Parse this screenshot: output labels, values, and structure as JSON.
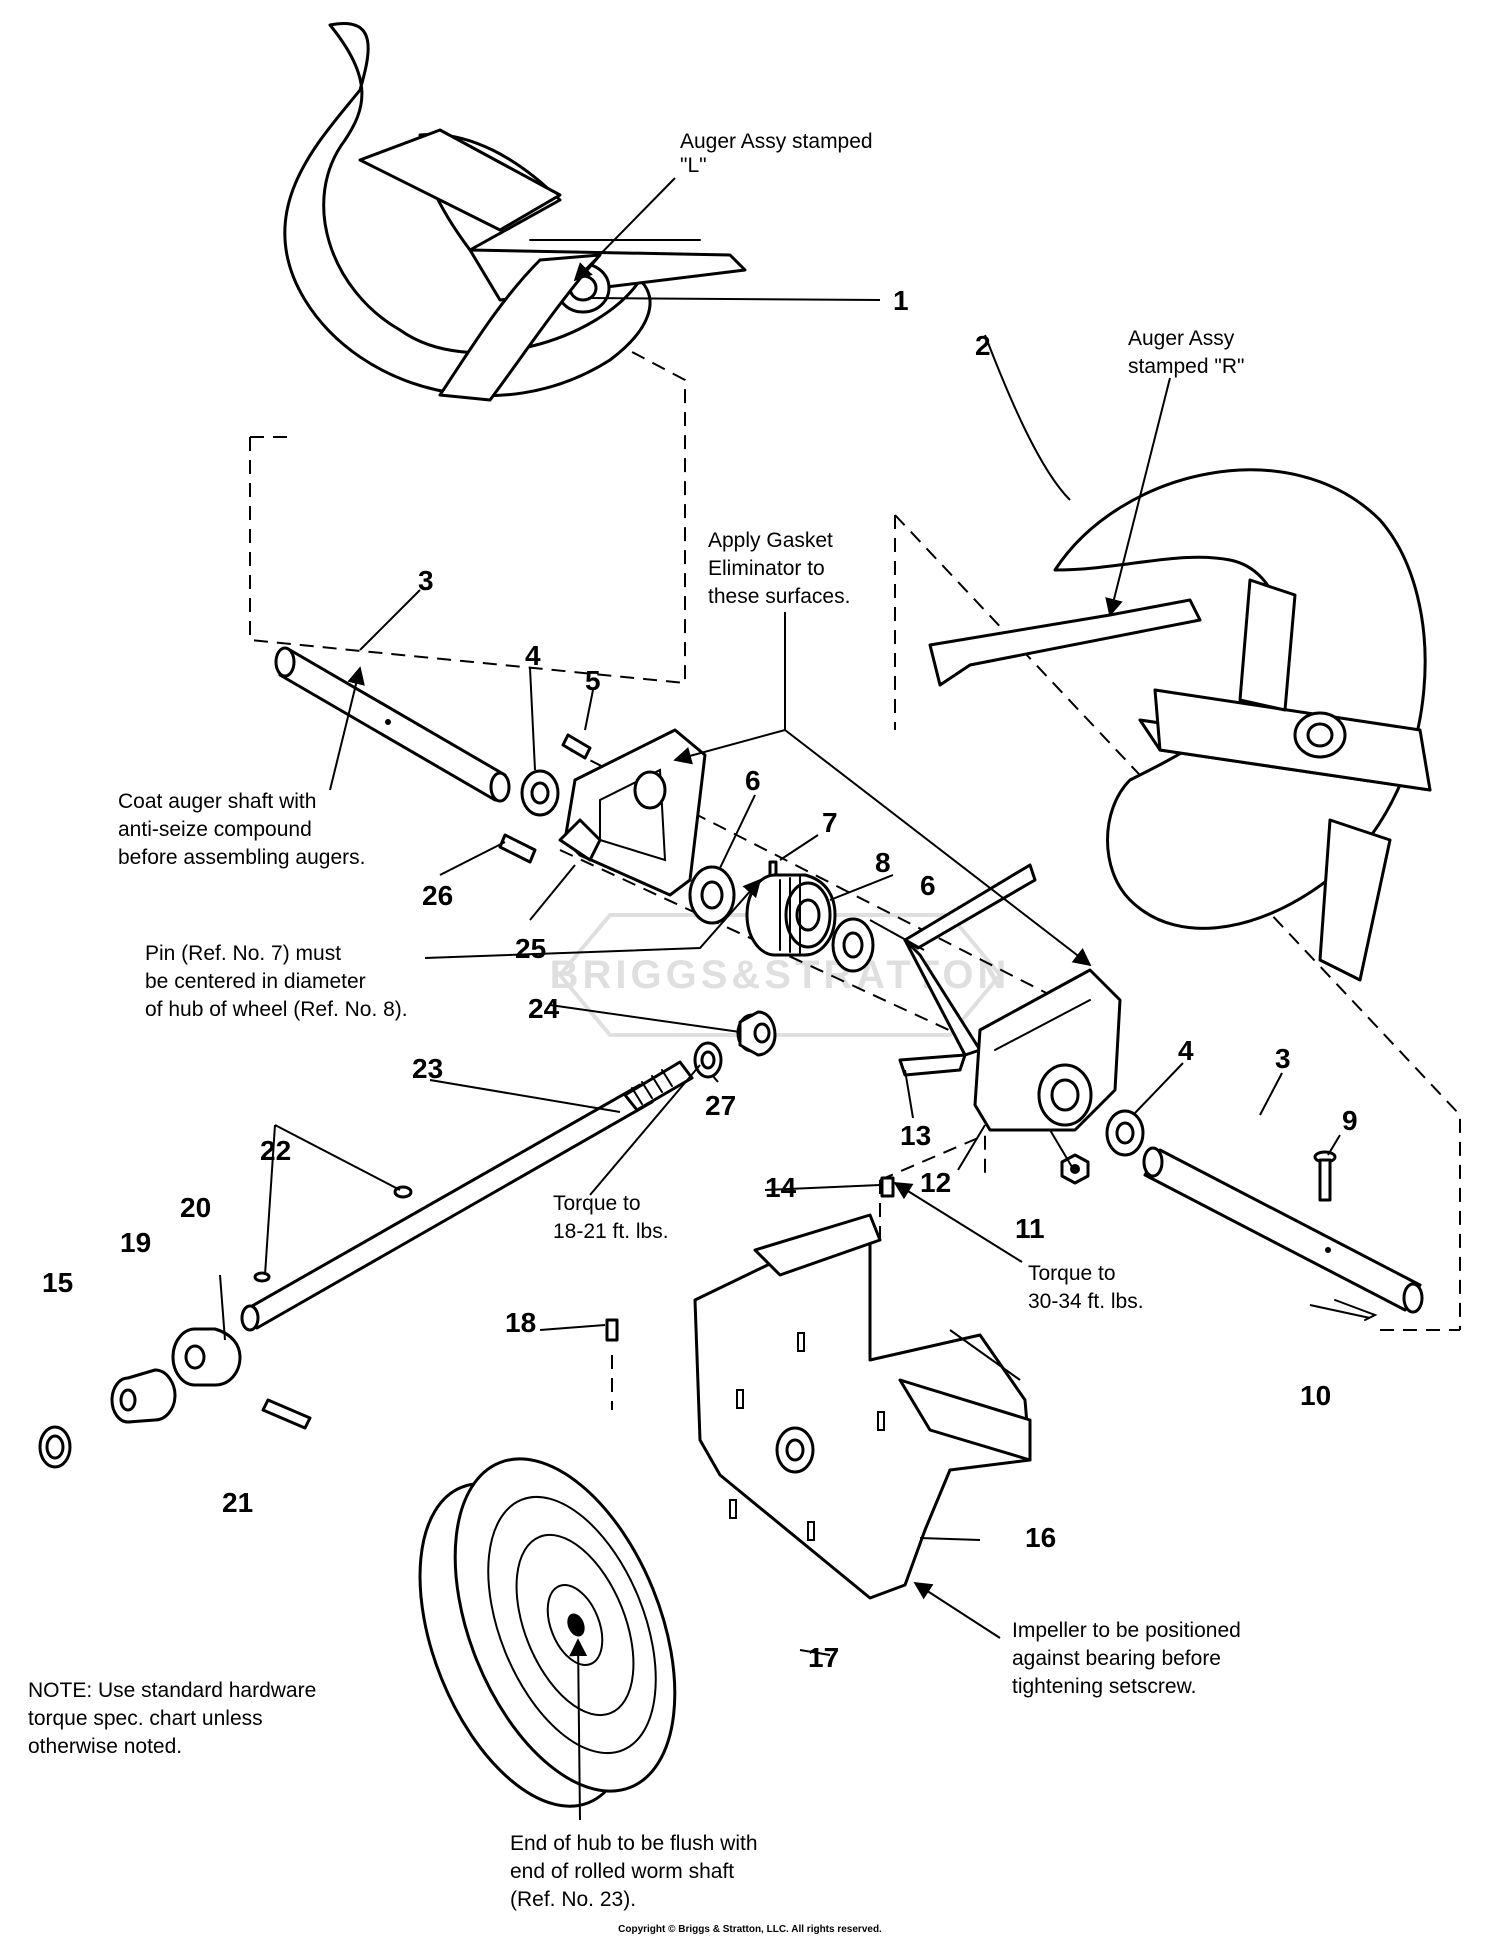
{
  "parts": [
    {
      "num": "1"
    },
    {
      "num": "2"
    },
    {
      "num": "3"
    },
    {
      "num": "4"
    },
    {
      "num": "5"
    },
    {
      "num": "6"
    },
    {
      "num": "7"
    },
    {
      "num": "8"
    },
    {
      "num": "6"
    },
    {
      "num": "4"
    },
    {
      "num": "3"
    },
    {
      "num": "9"
    },
    {
      "num": "10"
    },
    {
      "num": "11"
    },
    {
      "num": "12"
    },
    {
      "num": "13"
    },
    {
      "num": "14"
    },
    {
      "num": "15"
    },
    {
      "num": "16"
    },
    {
      "num": "17"
    },
    {
      "num": "18"
    },
    {
      "num": "19"
    },
    {
      "num": "20"
    },
    {
      "num": "21"
    },
    {
      "num": "22"
    },
    {
      "num": "23"
    },
    {
      "num": "24"
    },
    {
      "num": "25"
    },
    {
      "num": "26"
    },
    {
      "num": "27"
    }
  ],
  "notes": [
    {
      "lines": [
        "Auger Assy stamped",
        "\"L\""
      ]
    },
    {
      "lines": [
        "Auger Assy",
        "stamped \"R\""
      ]
    },
    {
      "lines": [
        "Apply Gasket",
        "Eliminator to",
        "these surfaces."
      ]
    },
    {
      "lines": [
        "Coat auger shaft with",
        "anti-seize compound",
        "before assembling augers."
      ]
    },
    {
      "lines": [
        "Pin (Ref. No. 7) must",
        "be centered in diameter",
        "of hub of wheel (Ref. No. 8)."
      ]
    },
    {
      "lines": [
        "Torque to",
        "18-21 ft. lbs."
      ]
    },
    {
      "lines": [
        "Torque to",
        "30-34 ft. lbs."
      ]
    },
    {
      "lines": [
        "Impeller to be positioned",
        "against bearing before",
        "tightening setscrew."
      ]
    },
    {
      "lines": [
        "NOTE: Use standard hardware",
        "torque spec. chart unless",
        "otherwise noted."
      ]
    },
    {
      "lines": [
        "End of hub to be flush with",
        "end of rolled worm shaft",
        "(Ref. No. 23)."
      ]
    }
  ],
  "copyright": "Copyright © Briggs & Stratton, LLC. All rights reserved.",
  "watermark": "BRIGGS&STRATTON"
}
